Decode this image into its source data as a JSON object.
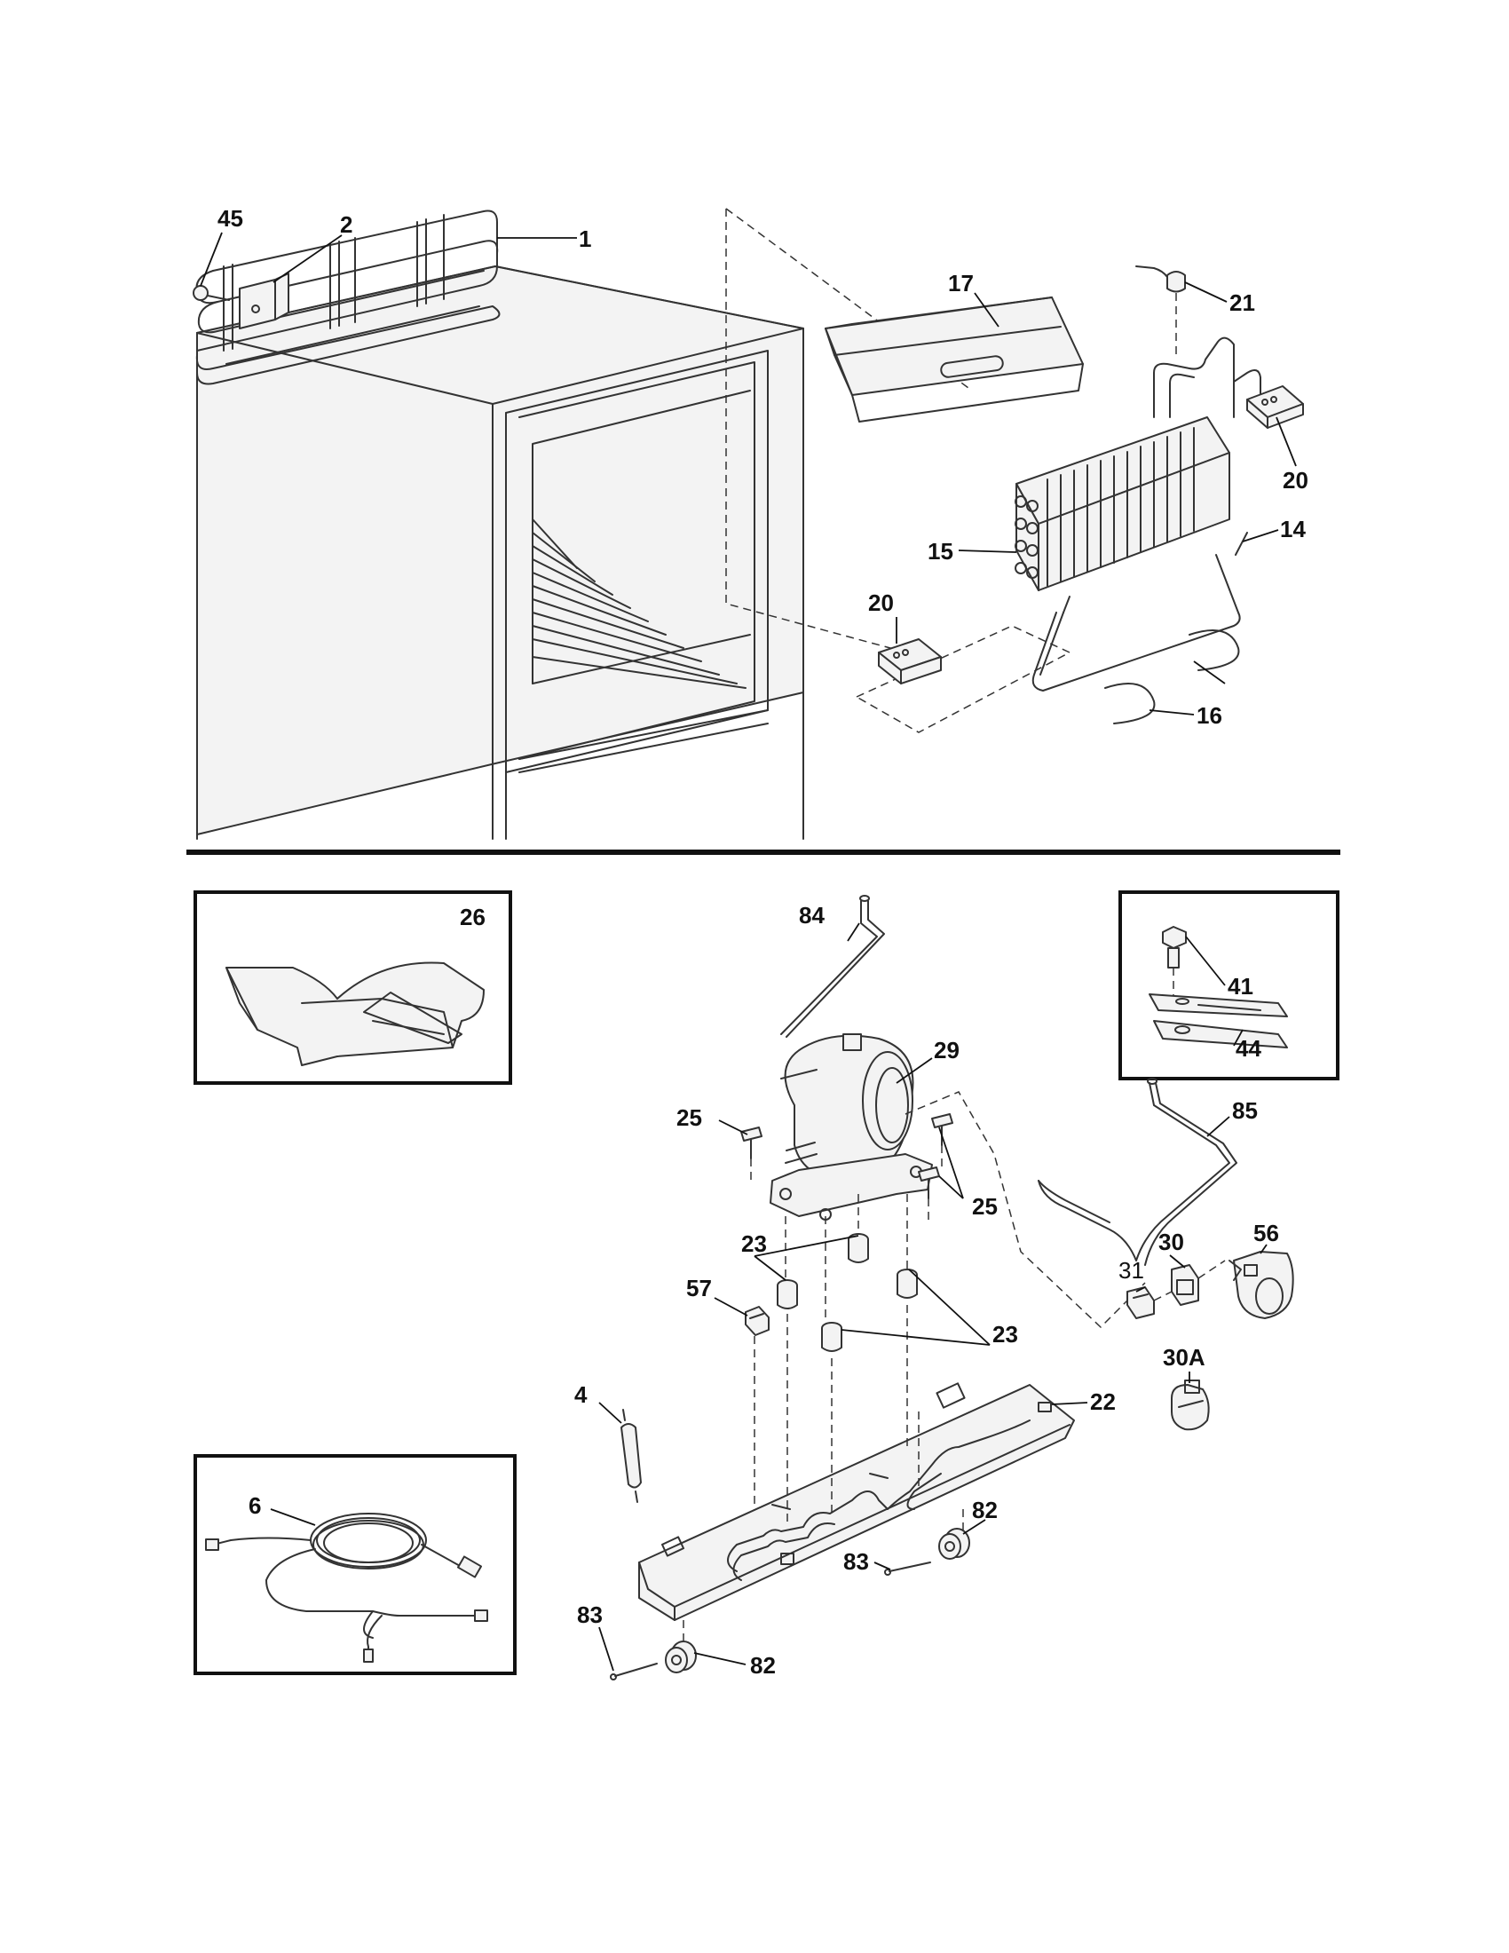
{
  "callouts": {
    "c45": "45",
    "c2": "2",
    "c1": "1",
    "c17": "17",
    "c21": "21",
    "c20a": "20",
    "c15": "15",
    "c14": "14",
    "c20b": "20",
    "c16": "16",
    "c26": "26",
    "c84": "84",
    "c41": "41",
    "c44": "44",
    "c29": "29",
    "c85": "85",
    "c25a": "25",
    "c25b": "25",
    "c30": "30",
    "c56": "56",
    "c31": "31",
    "c23a": "23",
    "c57": "57",
    "c23b": "23",
    "c30a": "30A",
    "c4": "4",
    "c22": "22",
    "c6": "6",
    "c82a": "82",
    "c83a": "83",
    "c83b": "83",
    "c82b": "82"
  }
}
